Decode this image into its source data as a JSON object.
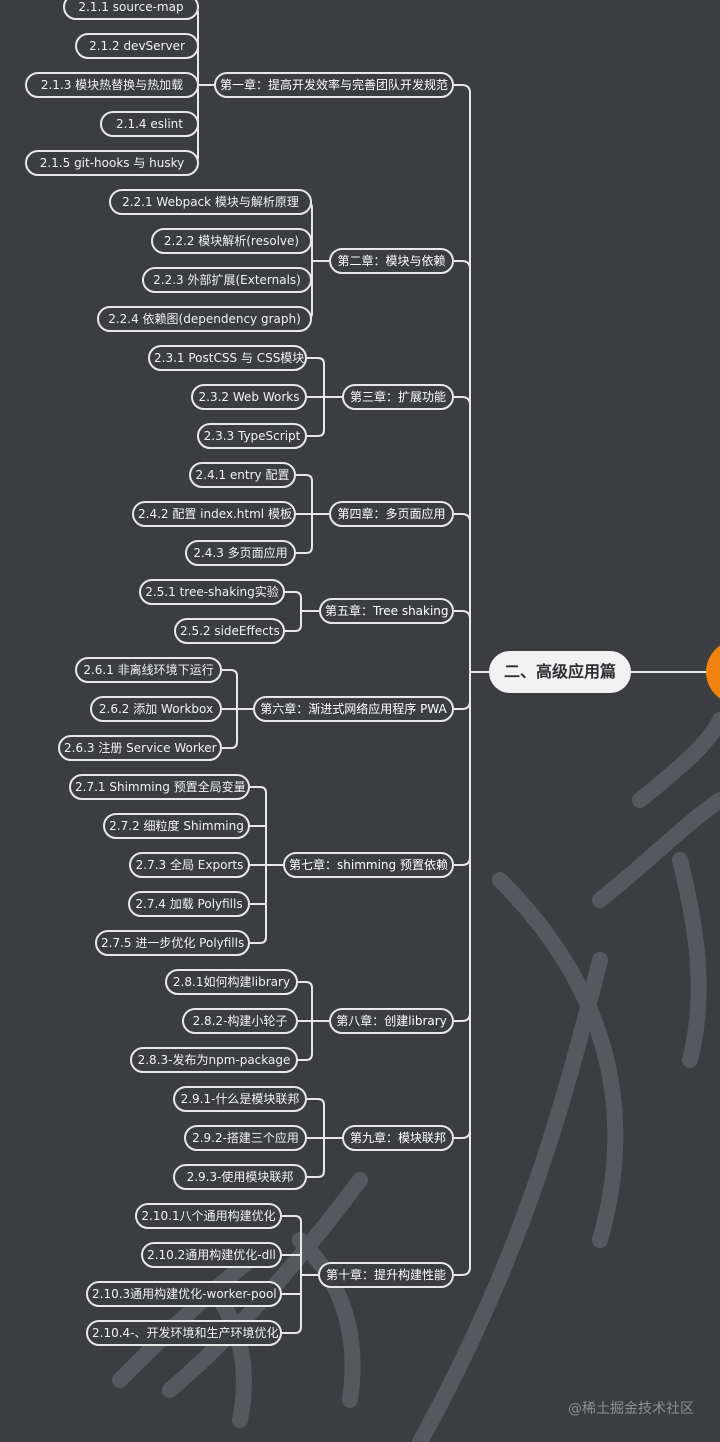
{
  "main_topic": "二、高级应用篇",
  "chapters": [
    {
      "label": "第一章：提高开发效率与完善团队开发规范",
      "items": [
        "2.1.1 source-map",
        "2.1.2 devServer",
        "2.1.3 模块热替换与热加载",
        "2.1.4 eslint",
        "2.1.5 git-hooks 与 husky"
      ]
    },
    {
      "label": "第二章：模块与依赖",
      "items": [
        "2.2.1 Webpack 模块与解析原理",
        "2.2.2 模块解析(resolve)",
        "2.2.3 外部扩展(Externals)",
        "2.2.4 依赖图(dependency graph)"
      ]
    },
    {
      "label": "第三章：扩展功能",
      "items": [
        "2.3.1 PostCSS 与 CSS模块",
        "2.3.2 Web Works",
        "2.3.3 TypeScript"
      ]
    },
    {
      "label": "第四章：多页面应用",
      "items": [
        "2.4.1 entry 配置",
        "2.4.2 配置 index.html 模板",
        "2.4.3 多页面应用"
      ]
    },
    {
      "label": "第五章：Tree shaking",
      "items": [
        "2.5.1 tree-shaking实验",
        "2.5.2 sideEffects"
      ]
    },
    {
      "label": "第六章：渐进式网络应用程序 PWA",
      "items": [
        "2.6.1 非离线环境下运行",
        "2.6.2 添加 Workbox",
        "2.6.3 注册 Service Worker"
      ]
    },
    {
      "label": "第七章：shimming 预置依赖",
      "items": [
        "2.7.1 Shimming 预置全局变量",
        "2.7.2 细粒度 Shimming",
        "2.7.3 全局 Exports",
        "2.7.4 加载 Polyfills",
        "2.7.5 进一步优化 Polyfills"
      ]
    },
    {
      "label": "第八章：创建library",
      "items": [
        "2.8.1如何构建library",
        "2.8.2-构建小轮子",
        "2.8.3-发布为npm-package"
      ]
    },
    {
      "label": "第九章：模块联邦",
      "items": [
        "2.9.1-什么是模块联邦",
        "2.9.2-搭建三个应用",
        "2.9.3-使用模块联邦"
      ]
    },
    {
      "label": "第十章：提升构建性能",
      "items": [
        "2.10.1八个通用构建优化",
        "2.10.2通用构建优化-dll",
        "2.10.3通用构建优化-worker-pool",
        "2.10.4-、开发环境和生产环境优化"
      ]
    }
  ],
  "watermark_credit": "@稀土掘金技术社区",
  "colors": {
    "background": "#3b3d40",
    "line": "#e8e8e8",
    "root_accent": "#f0820f",
    "main_fill": "#f2f2f2"
  }
}
